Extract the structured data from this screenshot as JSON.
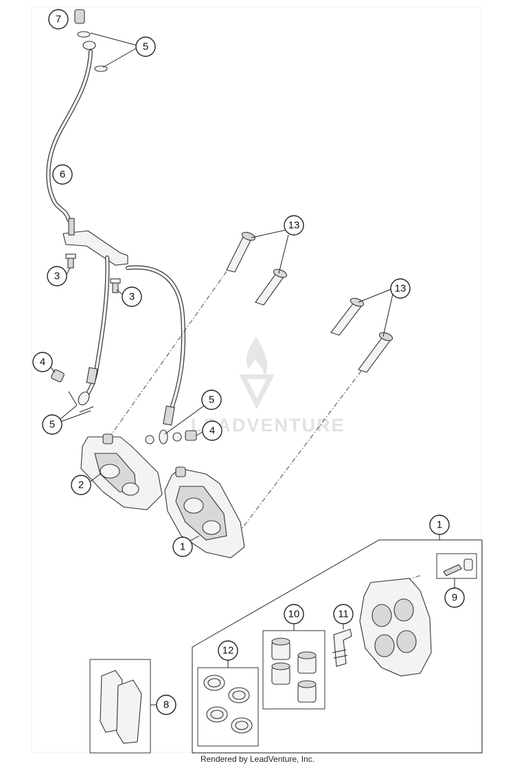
{
  "footer": {
    "credit": "Rendered by LeadVenture, Inc."
  },
  "watermark": {
    "text": "LEADVENTURE",
    "color": "#e2e2e2"
  },
  "callouts": {
    "c1a": "1",
    "c1b": "1",
    "c2": "2",
    "c3a": "3",
    "c3b": "3",
    "c4a": "4",
    "c4b": "4",
    "c5a": "5",
    "c5b": "5",
    "c5c": "5",
    "c6": "6",
    "c7": "7",
    "c8": "8",
    "c9": "9",
    "c10": "10",
    "c11": "11",
    "c12": "12",
    "c13a": "13",
    "c13b": "13"
  },
  "icons": [
    "leadventure-flame-icon"
  ]
}
